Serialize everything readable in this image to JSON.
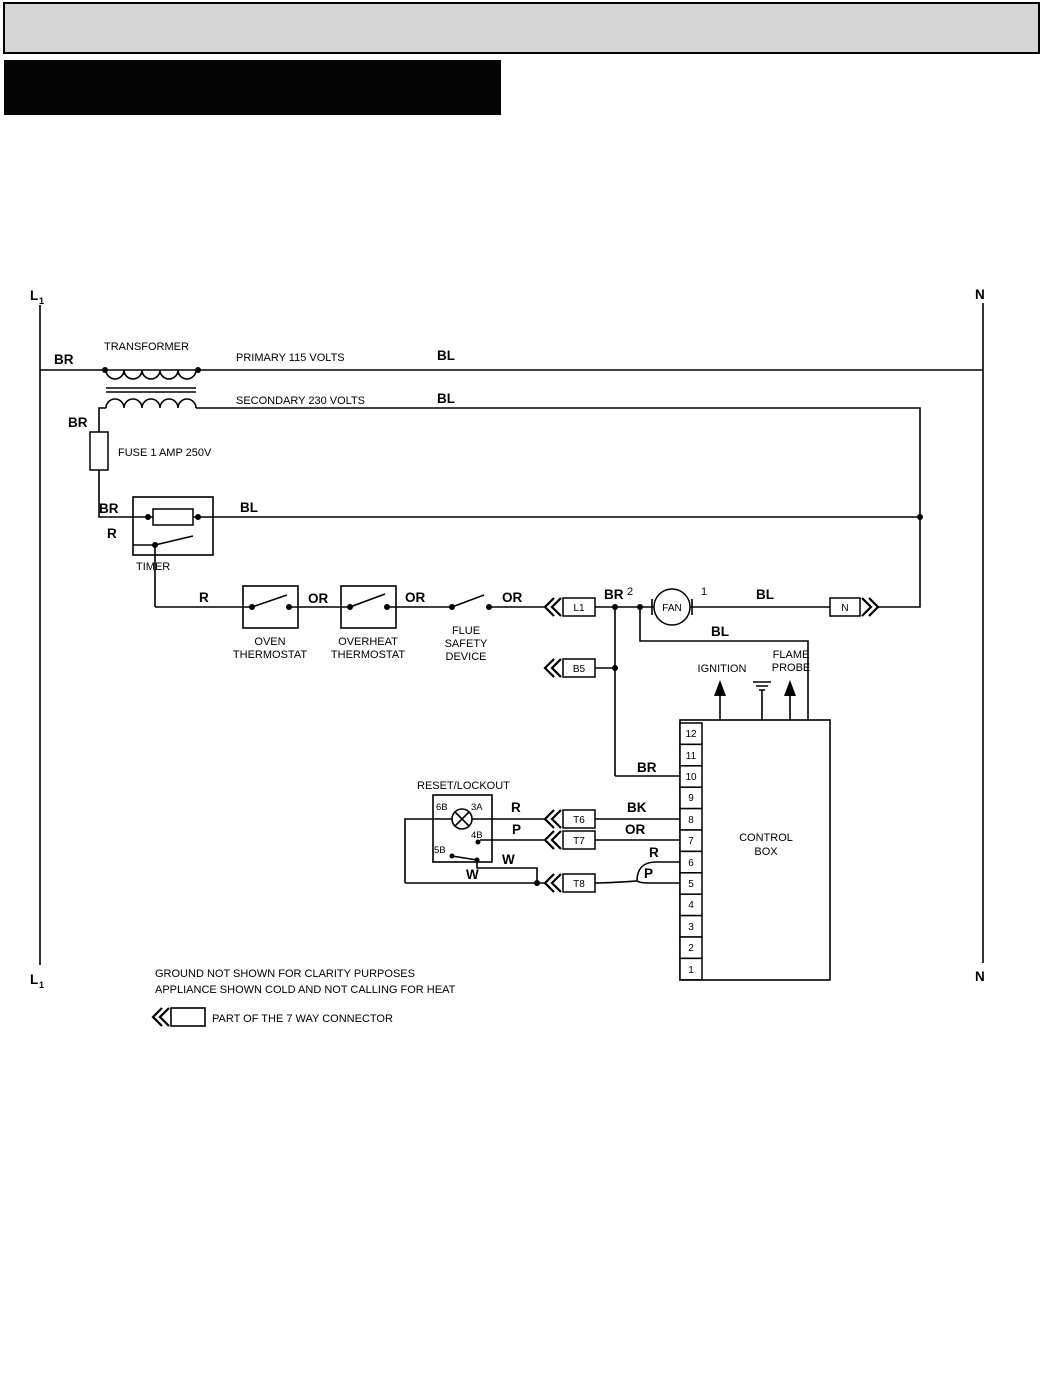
{
  "bus": {
    "l": "L",
    "l_sub": "1",
    "n": "N"
  },
  "transformer": {
    "title": "TRANSFORMER",
    "br_primary": "BR",
    "primary_label": "PRIMARY 115 VOLTS",
    "bl_primary": "BL",
    "secondary_label": "SECONDARY 230 VOLTS",
    "bl_secondary": "BL",
    "br_secondary": "BR"
  },
  "fuse": {
    "label": "FUSE 1 AMP 250V"
  },
  "timer": {
    "br": "BR",
    "bl": "BL",
    "r": "R",
    "caption": "TIMER"
  },
  "thermostats": {
    "r": "R",
    "oven1": "OVEN",
    "oven2": "THERMOSTAT",
    "or1": "OR",
    "overheat1": "OVERHEAT",
    "overheat2": "THERMOSTAT",
    "or2": "OR",
    "flue1": "FLUE",
    "flue2": "SAFETY",
    "flue3": "DEVICE",
    "or3": "OR"
  },
  "fan_row": {
    "l1": "L1",
    "br": "BR",
    "t2": "2",
    "fan": "FAN",
    "t1": "1",
    "bl": "BL",
    "n": "N",
    "bl_branch": "BL"
  },
  "b5": {
    "label": "B5"
  },
  "control": {
    "ignition": "IGNITION",
    "flame1": "FLAME",
    "flame2": "PROBE",
    "br": "BR",
    "title1": "CONTROL",
    "title2": "BOX",
    "terminals": [
      "12",
      "11",
      "10",
      "9",
      "8",
      "7",
      "6",
      "5",
      "4",
      "3",
      "2",
      "1"
    ]
  },
  "reset": {
    "title": "RESET/LOCKOUT",
    "t6b": "6B",
    "t3a": "3A",
    "t4b": "4B",
    "t5b": "5B"
  },
  "harness": {
    "r6": "R",
    "t6": "T6",
    "bk": "BK",
    "p7": "P",
    "t7": "T7",
    "or7": "OR",
    "r_bracket": "R",
    "p_bracket": "P",
    "w_reset": "W",
    "t8": "T8",
    "w_t8": "W"
  },
  "notes": {
    "line1": "GROUND NOT SHOWN FOR CLARITY PURPOSES",
    "line2": "APPLIANCE SHOWN COLD AND NOT CALLING FOR HEAT"
  },
  "legend": {
    "label": "PART OF THE 7 WAY CONNECTOR"
  }
}
